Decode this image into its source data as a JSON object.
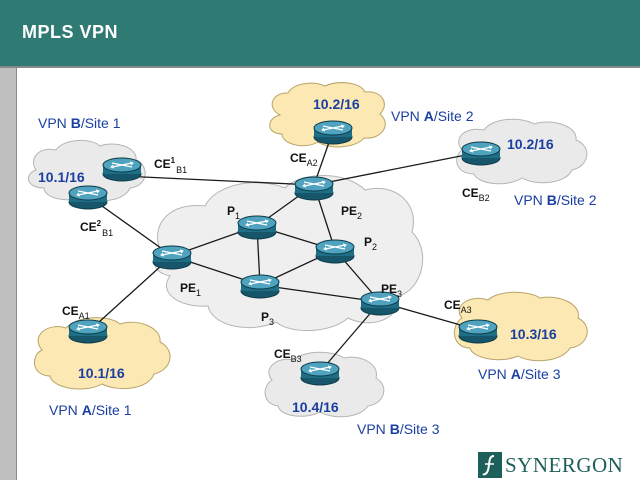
{
  "title": "MPLS VPN",
  "colors": {
    "header_bg": "#2f7a73",
    "router_body": "#1e6f86",
    "router_top": "#4fa3bf",
    "cloud_core": "#efefef",
    "cloud_site_a": "#fbe8b2",
    "cloud_site_b": "#eaeaea",
    "logo": "#1d5f5a"
  },
  "icons": {
    "router": "router-icon",
    "logo": "synergon-logo-icon"
  },
  "site_labels": {
    "b1": {
      "prefix": "VPN ",
      "letter": "B",
      "suffix": "/Site 1"
    },
    "a2": {
      "prefix": "VPN ",
      "letter": "A",
      "suffix": "/Site 2"
    },
    "b2": {
      "prefix": "VPN ",
      "letter": "B",
      "suffix": "/Site 2"
    },
    "a3": {
      "prefix": "VPN ",
      "letter": "A",
      "suffix": "/Site 3"
    },
    "a1": {
      "prefix": "VPN ",
      "letter": "A",
      "suffix": "/Site 1"
    },
    "b3": {
      "prefix": "VPN ",
      "letter": "B",
      "suffix": "/Site 3"
    }
  },
  "prefixes": {
    "a2": "10.2/16",
    "b2": "10.2/16",
    "b1": "10.1/16",
    "a1": "10.1/16",
    "a3": "10.3/16",
    "b3": "10.4/16"
  },
  "nodes": {
    "ce_b1_1": {
      "base": "CE",
      "sup": "1",
      "sub": "B1"
    },
    "ce_b1_2": {
      "base": "CE",
      "sup": "2",
      "sub": "B1"
    },
    "ce_a2": {
      "base": "CE",
      "sub": "A2"
    },
    "ce_b2": {
      "base": "CE",
      "sub": "B2"
    },
    "ce_a1": {
      "base": "CE",
      "sub": "A1"
    },
    "ce_a3": {
      "base": "CE",
      "sub": "A3"
    },
    "ce_b3": {
      "base": "CE",
      "sub": "B3"
    },
    "pe1": {
      "base": "PE",
      "sub": "1"
    },
    "pe2": {
      "base": "PE",
      "sub": "2"
    },
    "pe3": {
      "base": "PE",
      "sub": "3"
    },
    "p1": {
      "base": "P",
      "sub": "1"
    },
    "p2": {
      "base": "P",
      "sub": "2"
    },
    "p3": {
      "base": "P",
      "sub": "3"
    }
  },
  "logo_text": "SYNERGON"
}
